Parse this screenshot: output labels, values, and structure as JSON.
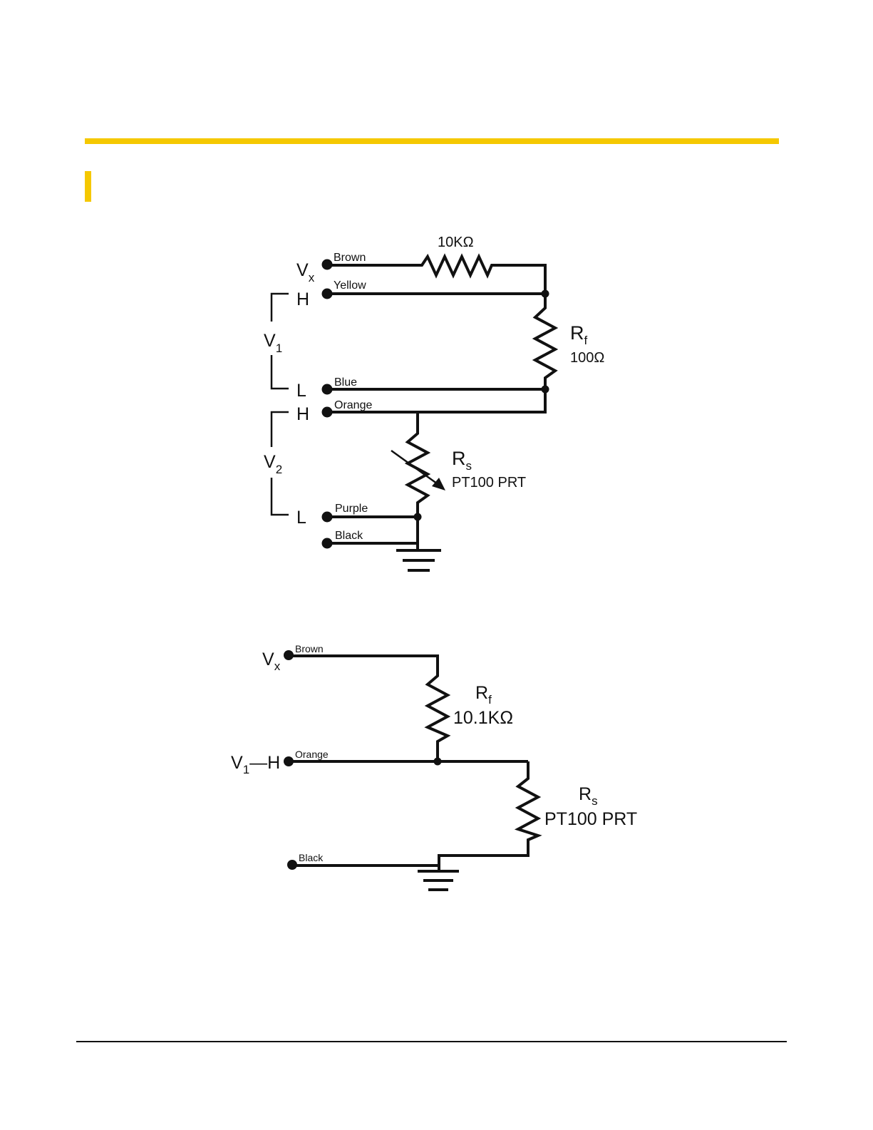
{
  "colors": {
    "accent": "#f5c800",
    "line": "#111111"
  },
  "diagram1": {
    "vx": {
      "main": "V",
      "sub": "x"
    },
    "v1": {
      "main": "V",
      "sub": "1"
    },
    "v2": {
      "main": "V",
      "sub": "2"
    },
    "h1": "H",
    "l1": "L",
    "h2": "H",
    "l2": "L",
    "wires": {
      "brown": "Brown",
      "yellow": "Yellow",
      "blue": "Blue",
      "orange": "Orange",
      "purple": "Purple",
      "black": "Black"
    },
    "r10k": "10KΩ",
    "rf": {
      "main": "R",
      "sub": "f",
      "value": "100Ω"
    },
    "rs": {
      "main": "R",
      "sub": "s",
      "value": "PT100 PRT"
    }
  },
  "diagram2": {
    "vx": {
      "main": "V",
      "sub": "x"
    },
    "v1": {
      "main": "V",
      "sub": "1"
    },
    "dash_h": "—H",
    "wires": {
      "brown": "Brown",
      "orange": "Orange",
      "black": "Black"
    },
    "rf": {
      "main": "R",
      "sub": "f",
      "value": "10.1KΩ"
    },
    "rs": {
      "main": "R",
      "sub": "s",
      "value": "PT100 PRT"
    }
  }
}
